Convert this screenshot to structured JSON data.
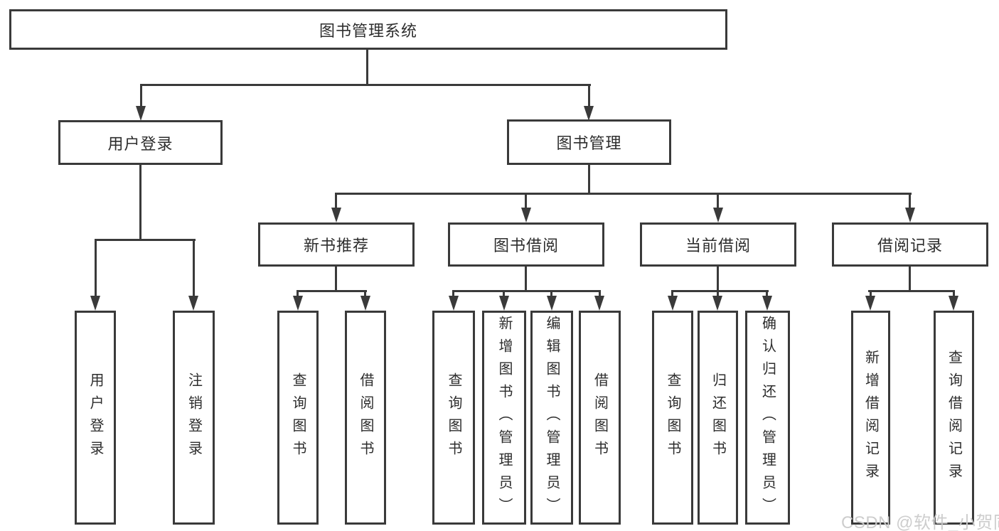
{
  "diagram": {
    "type": "hierarchy-chart",
    "colors": {
      "line": "#3a3a3a",
      "text": "#2d2d2d",
      "background": "#ffffff",
      "watermark": "#cacaca"
    },
    "tree": {
      "root": {
        "label": "图书管理系统",
        "children": [
          {
            "label": "用户登录",
            "children": [
              {
                "label": "用户登录"
              },
              {
                "label": "注销登录"
              }
            ]
          },
          {
            "label": "图书管理",
            "children": [
              {
                "label": "新书推荐",
                "children": [
                  {
                    "label": "查询图书"
                  },
                  {
                    "label": "借阅图书"
                  }
                ]
              },
              {
                "label": "图书借阅",
                "children": [
                  {
                    "label": "查询图书"
                  },
                  {
                    "label": "新增图书（管理员）"
                  },
                  {
                    "label": "编辑图书（管理员）"
                  },
                  {
                    "label": "借阅图书"
                  }
                ]
              },
              {
                "label": "当前借阅",
                "children": [
                  {
                    "label": "查询图书"
                  },
                  {
                    "label": "归还图书"
                  },
                  {
                    "label": "确认归还（管理员）"
                  }
                ]
              },
              {
                "label": "借阅记录",
                "children": [
                  {
                    "label": "新增借阅记录"
                  },
                  {
                    "label": "查询借阅记录"
                  }
                ]
              }
            ]
          }
        ]
      }
    },
    "watermark": "CSDN @软件_小贺同学"
  }
}
